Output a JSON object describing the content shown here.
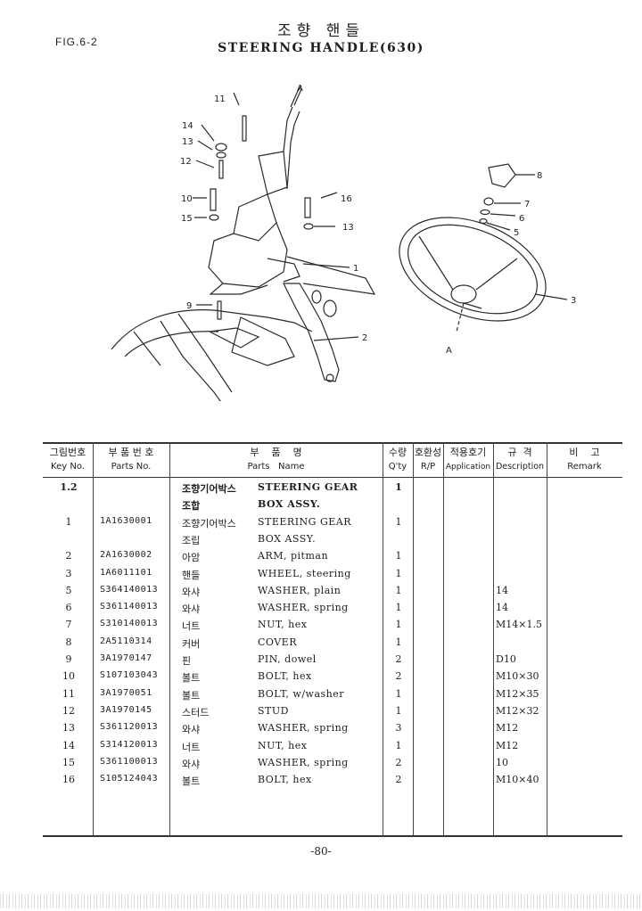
{
  "figure_label": "FIG.6-2",
  "title_korean": "조향 핸들",
  "title_english": "STEERING HANDLE(630)",
  "callouts": [
    "A",
    "11",
    "14",
    "13",
    "12",
    "10",
    "15",
    "16",
    "13",
    "9",
    "1",
    "2",
    "8",
    "7",
    "6",
    "5",
    "3",
    "A"
  ],
  "table": {
    "headers": {
      "key_ko": "그림번호",
      "key_en": "Key No.",
      "part_ko": "부 품 번 호",
      "part_en": "Parts No.",
      "name_ko": "부    품    명",
      "name_en": "Parts   Name",
      "qty_ko": "수량",
      "qty_en": "Q'ty",
      "rp_ko": "호환성",
      "rp_en": "R/P",
      "app_ko": "적용호기",
      "app_en": "Application",
      "spec_ko": "규  격",
      "spec_en": "Description",
      "remark_ko": "비    고",
      "remark_en": "Remark"
    },
    "rows": [
      {
        "key": "1.2",
        "part": "",
        "ko": "조향기어박스",
        "en": "STEERING GEAR",
        "qty": "1",
        "spec": "",
        "bold": true
      },
      {
        "key": "",
        "part": "",
        "ko": "조합",
        "en": "BOX ASSY.",
        "qty": "",
        "spec": "",
        "bold": true
      },
      {
        "key": "1",
        "part": "1A1630001",
        "ko": "조향기어박스",
        "en": "STEERING GEAR",
        "qty": "1",
        "spec": ""
      },
      {
        "key": "",
        "part": "",
        "ko": "조립",
        "en": "BOX ASSY.",
        "qty": "",
        "spec": ""
      },
      {
        "key": "2",
        "part": "2A1630002",
        "ko": "아암",
        "en": "ARM, pitman",
        "qty": "1",
        "spec": ""
      },
      {
        "key": "3",
        "part": "1A6011101",
        "ko": "핸들",
        "en": "WHEEL, steering",
        "qty": "1",
        "spec": ""
      },
      {
        "key": "5",
        "part": "S364140013",
        "ko": "와샤",
        "en": "WASHER, plain",
        "qty": "1",
        "spec": "14"
      },
      {
        "key": "6",
        "part": "S361140013",
        "ko": "와샤",
        "en": "WASHER, spring",
        "qty": "1",
        "spec": "14"
      },
      {
        "key": "7",
        "part": "S310140013",
        "ko": "너트",
        "en": "NUT, hex",
        "qty": "1",
        "spec": "M14×1.5"
      },
      {
        "key": "8",
        "part": "2A5110314",
        "ko": "커버",
        "en": "COVER",
        "qty": "1",
        "spec": ""
      },
      {
        "key": "9",
        "part": "3A1970147",
        "ko": "핀",
        "en": "PIN, dowel",
        "qty": "2",
        "spec": "D10"
      },
      {
        "key": "10",
        "part": "S107103043",
        "ko": "볼트",
        "en": "BOLT, hex",
        "qty": "2",
        "spec": "M10×30"
      },
      {
        "key": "11",
        "part": "3A1970051",
        "ko": "볼트",
        "en": "BOLT, w/washer",
        "qty": "1",
        "spec": "M12×35"
      },
      {
        "key": "12",
        "part": "3A1970145",
        "ko": "스터드",
        "en": "STUD",
        "qty": "1",
        "spec": "M12×32"
      },
      {
        "key": "13",
        "part": "S361120013",
        "ko": "와샤",
        "en": "WASHER, spring",
        "qty": "3",
        "spec": "M12"
      },
      {
        "key": "14",
        "part": "S314120013",
        "ko": "너트",
        "en": "NUT, hex",
        "qty": "1",
        "spec": "M12"
      },
      {
        "key": "15",
        "part": "S361100013",
        "ko": "와샤",
        "en": "WASHER, spring",
        "qty": "2",
        "spec": "10"
      },
      {
        "key": "16",
        "part": "S105124043",
        "ko": "볼트",
        "en": "BOLT, hex",
        "qty": "2",
        "spec": "M10×40"
      }
    ]
  },
  "page_number": "-80-"
}
